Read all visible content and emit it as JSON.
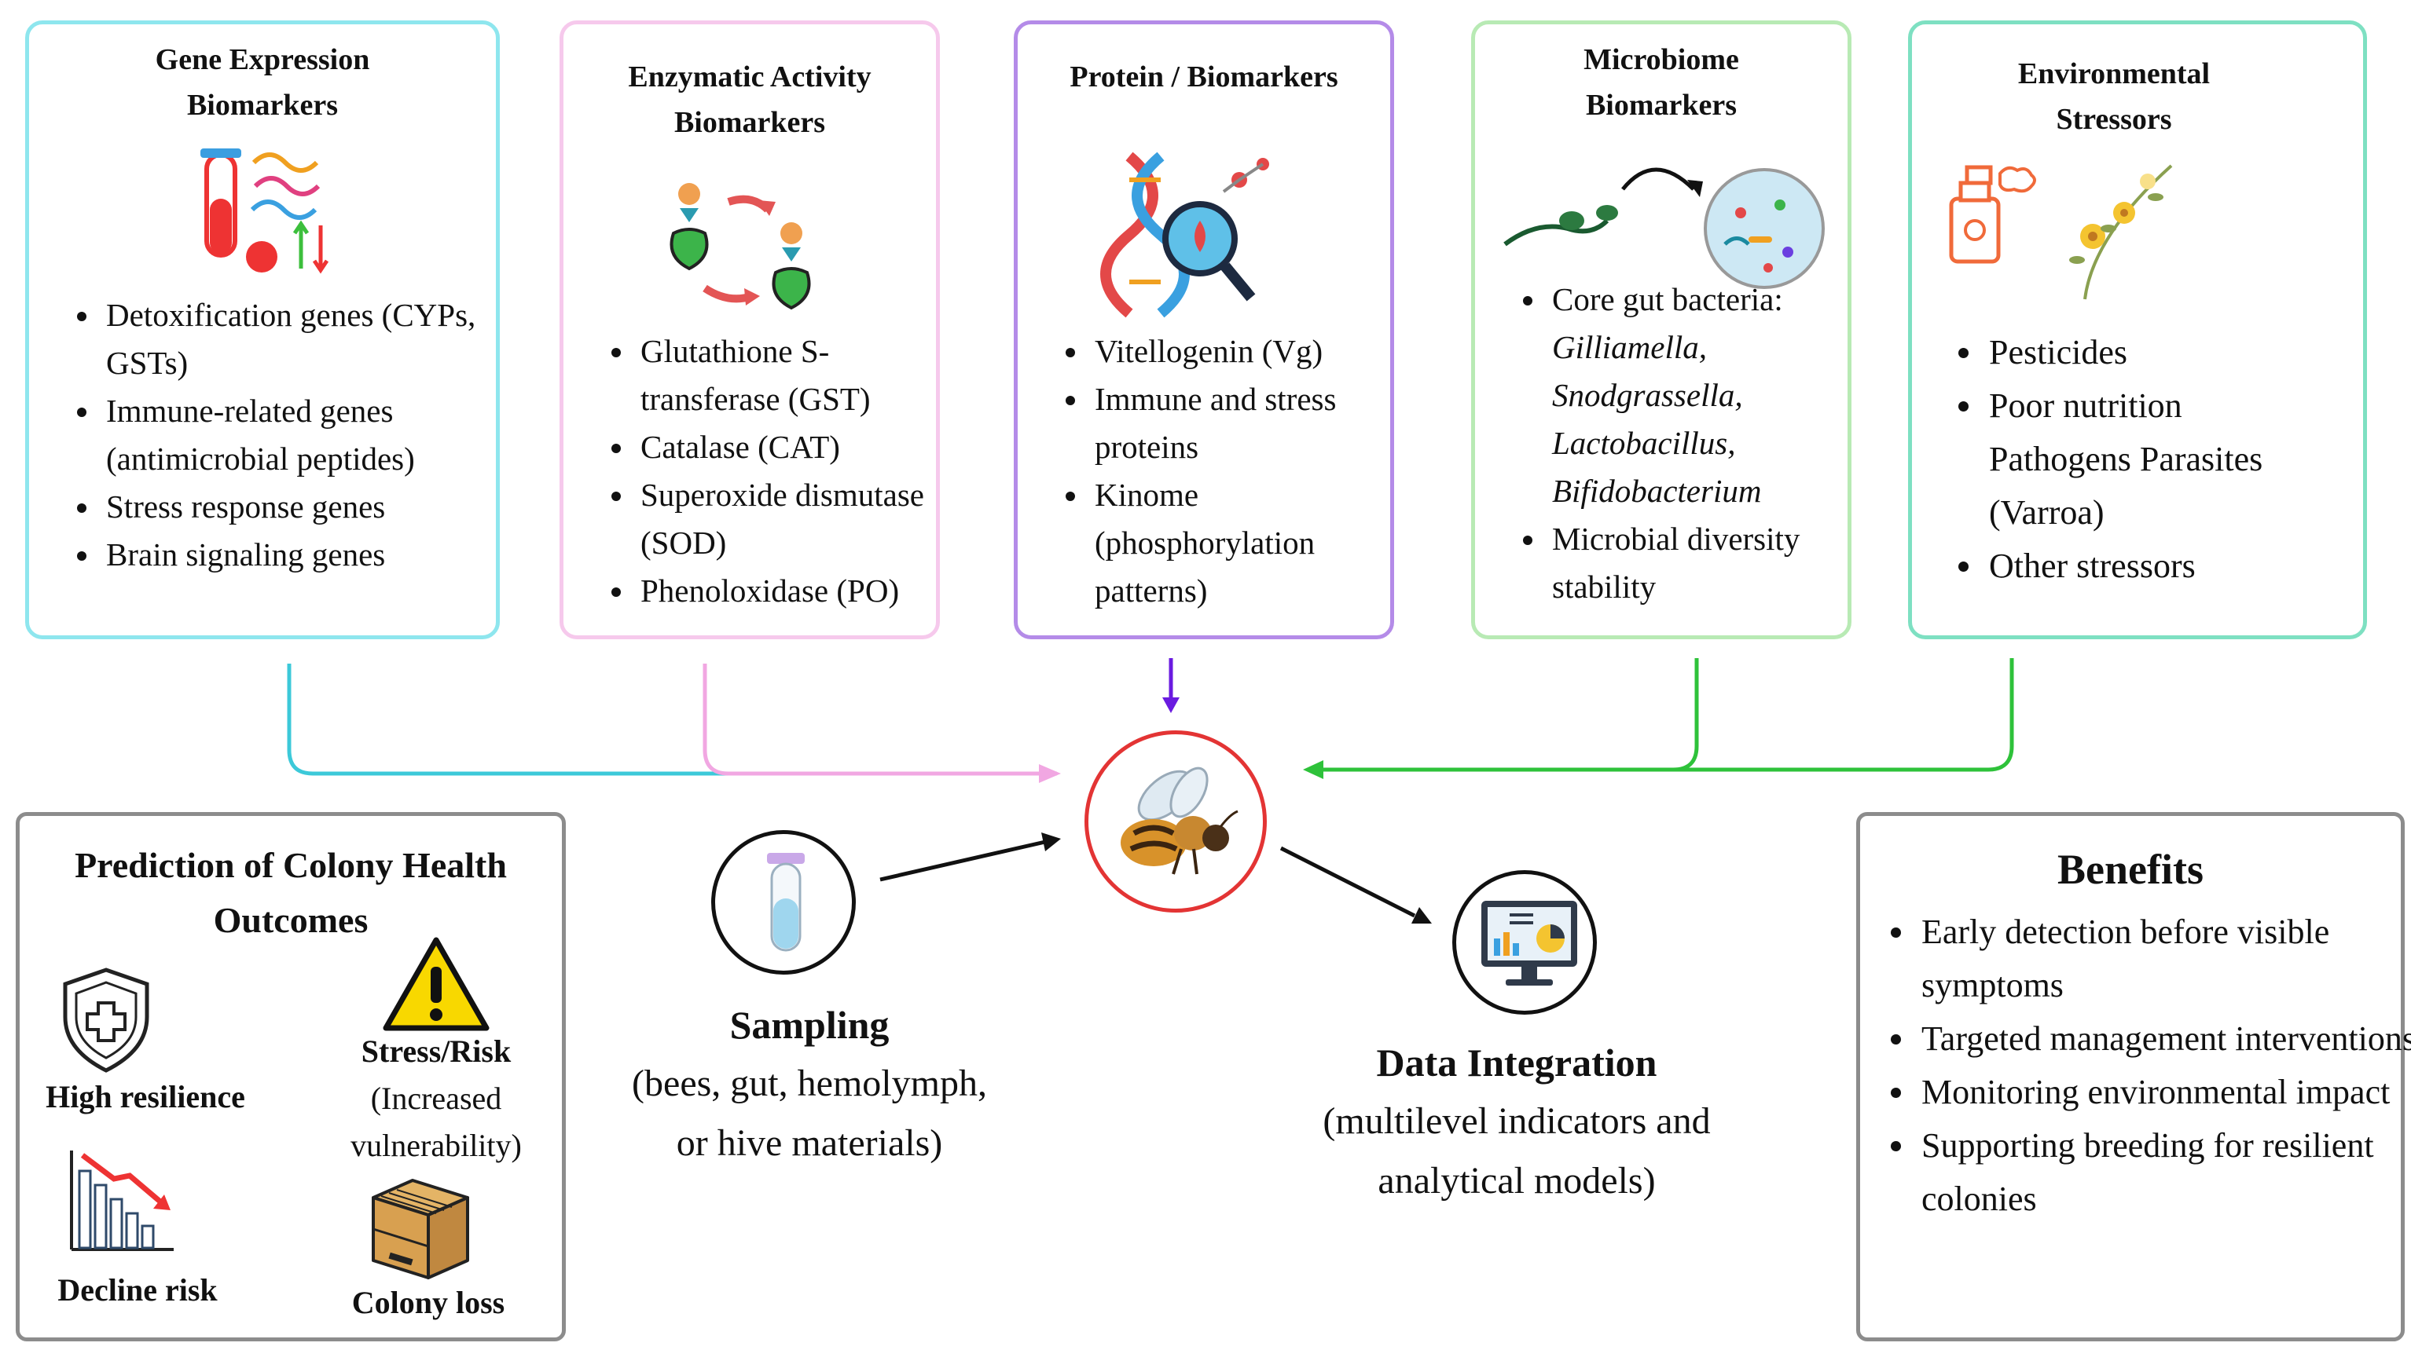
{
  "boxes": {
    "gene": {
      "title_line1": "Gene Expression",
      "title_line2": "Biomarkers",
      "items": [
        "Detoxification genes (CYPs, GSTs)",
        "Immune-related genes (antimicrobial peptides)",
        "Stress response genes",
        "Brain signaling genes"
      ],
      "color": "#8ee6ee"
    },
    "enzyme": {
      "title_line1": "Enzymatic Activity",
      "title_line2": "Biomarkers",
      "items": [
        "Glutathione S-transferase (GST)",
        "Catalase (CAT)",
        "Superoxide dismutase (SOD)",
        "Phenoloxidase (PO)"
      ],
      "color": "#f6c9ec"
    },
    "protein": {
      "title": "Protein / Biomarkers",
      "items": [
        "Vitellogenin (Vg)",
        "Immune and stress proteins",
        "Kinome (phosphorylation patterns)"
      ],
      "color": "#b48be8"
    },
    "microbiome": {
      "title_line1": "Microbiome",
      "title_line2": "Biomarkers",
      "item1_label": "Core gut bacteria:",
      "bacteria": [
        "Gilliamella,",
        "Snodgrassella,",
        "Lactobacillus,",
        "Bifidobacterium"
      ],
      "item2": "Microbial diversity stability",
      "color": "#b8eab4"
    },
    "environment": {
      "title_line1": "Environmental",
      "title_line2": "Stressors",
      "items": [
        "Pesticides",
        "Poor nutrition"
      ],
      "extra_line1": "Pathogens Parasites",
      "extra_line2": "(Varroa)",
      "items_after": [
        "Other stressors"
      ],
      "color": "#7ee0c2"
    }
  },
  "prediction": {
    "title_line1": "Prediction of Colony Health",
    "title_line2": "Outcomes",
    "high": "High resilience",
    "stress": "Stress/Risk",
    "stress_sub1": "(Increased",
    "stress_sub2": "vulnerability)",
    "decline": "Decline risk",
    "loss": "Colony loss"
  },
  "sampling": {
    "title": "Sampling",
    "line1": "(bees, gut, hemolymph,",
    "line2": "or hive materials)"
  },
  "integration": {
    "title": "Data Integration",
    "line1": "(multilevel indicators and",
    "line2": "analytical models)"
  },
  "benefits": {
    "title": "Benefits",
    "items": [
      "Early detection before visible symptoms",
      "Targeted management interventions",
      "Monitoring environmental impact",
      "Supporting breeding for resilient colonies"
    ]
  },
  "colors": {
    "cyan_arrow": "#3cc9d9",
    "pink_arrow": "#f1a7e2",
    "purple_arrow": "#6a1be0",
    "green_arrow": "#2ec23a",
    "center_ring": "#e33434",
    "gray_border": "#8c8c8c"
  },
  "icons": [
    "test-tube-icon",
    "dna-magnifier-icon",
    "bacteria-icon",
    "pesticide-spray-icon",
    "flower-icon",
    "bee-icon",
    "sample-tube-icon",
    "monitor-chart-icon",
    "shield-cross-icon",
    "warning-triangle-icon",
    "decline-chart-icon",
    "hive-box-icon"
  ]
}
